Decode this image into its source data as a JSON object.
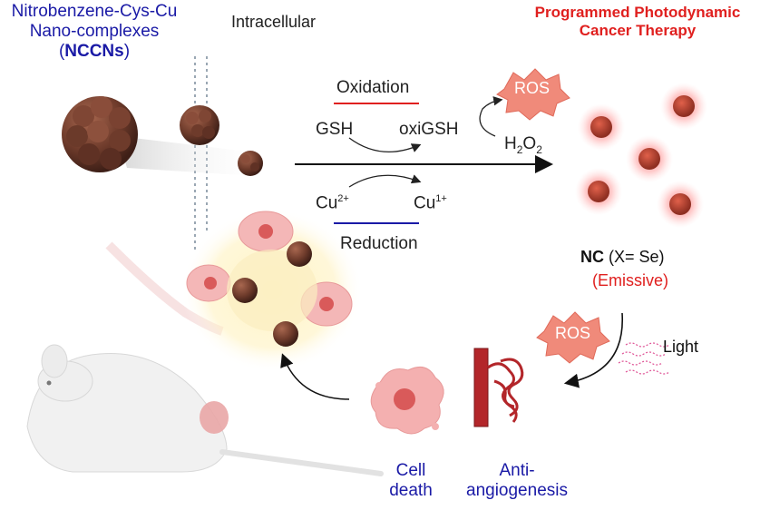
{
  "left_title": {
    "line1": "Nitrobenzene-Cys-Cu",
    "line2": "Nano-complexes",
    "line3_open": "(",
    "line3_bold": "NCCNs",
    "line3_close": ")"
  },
  "intracellular": "Intracellular",
  "right_title": {
    "line1": "Programmed Photodynamic",
    "line2": "Cancer Therapy"
  },
  "oxidation": {
    "label": "Oxidation",
    "reactant": "GSH",
    "product": "oxiGSH"
  },
  "h2o2": {
    "base": "H",
    "sub1": "2",
    "mid": "O",
    "sub2": "2"
  },
  "ros_top": "ROS",
  "reduction": {
    "label": "Reduction",
    "reactant_base": "Cu",
    "reactant_sup": "2+",
    "product_base": "Cu",
    "product_sup": "1+"
  },
  "nc": {
    "bold": "NC",
    "rest": " (X= Se)",
    "emissive": "(Emissive)"
  },
  "ros_bottom": "ROS",
  "light": "Light",
  "outcomes": {
    "cell_death_1": "Cell",
    "cell_death_2": "death",
    "anti_1": "Anti-",
    "anti_2": "angiogenesis"
  },
  "colors": {
    "blue": "#1a1aa6",
    "red": "#e0201f",
    "nanoparticle": "#6b3a2a",
    "glow": "#ff5a5a",
    "ros_fill": "#f08a7a"
  }
}
